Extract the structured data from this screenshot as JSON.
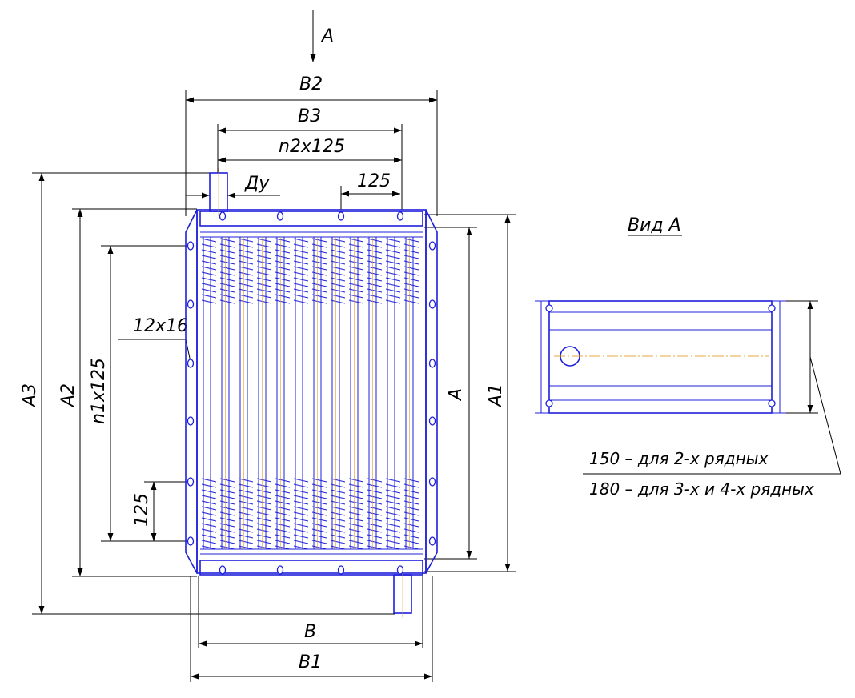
{
  "view_arrow": {
    "label": "A"
  },
  "dimensions": {
    "b2": "B2",
    "b3": "B3",
    "n2": "n2x125",
    "du": "Ду",
    "pitch_top": "125",
    "a3": "A3",
    "a2": "A2",
    "n1": "n1x125",
    "hole": "12x16",
    "pitch_left": "125",
    "a": "A",
    "a1": "A1",
    "b": "B",
    "b1": "B1"
  },
  "side_view": {
    "title": "Вид А",
    "note_1": "150 – для 2-х рядных",
    "note_2": "180 – для 3-х и 4-х рядных"
  },
  "colors": {
    "outline": "#1f1fdc",
    "centerline": "#e08a00",
    "dimension": "#000000"
  }
}
